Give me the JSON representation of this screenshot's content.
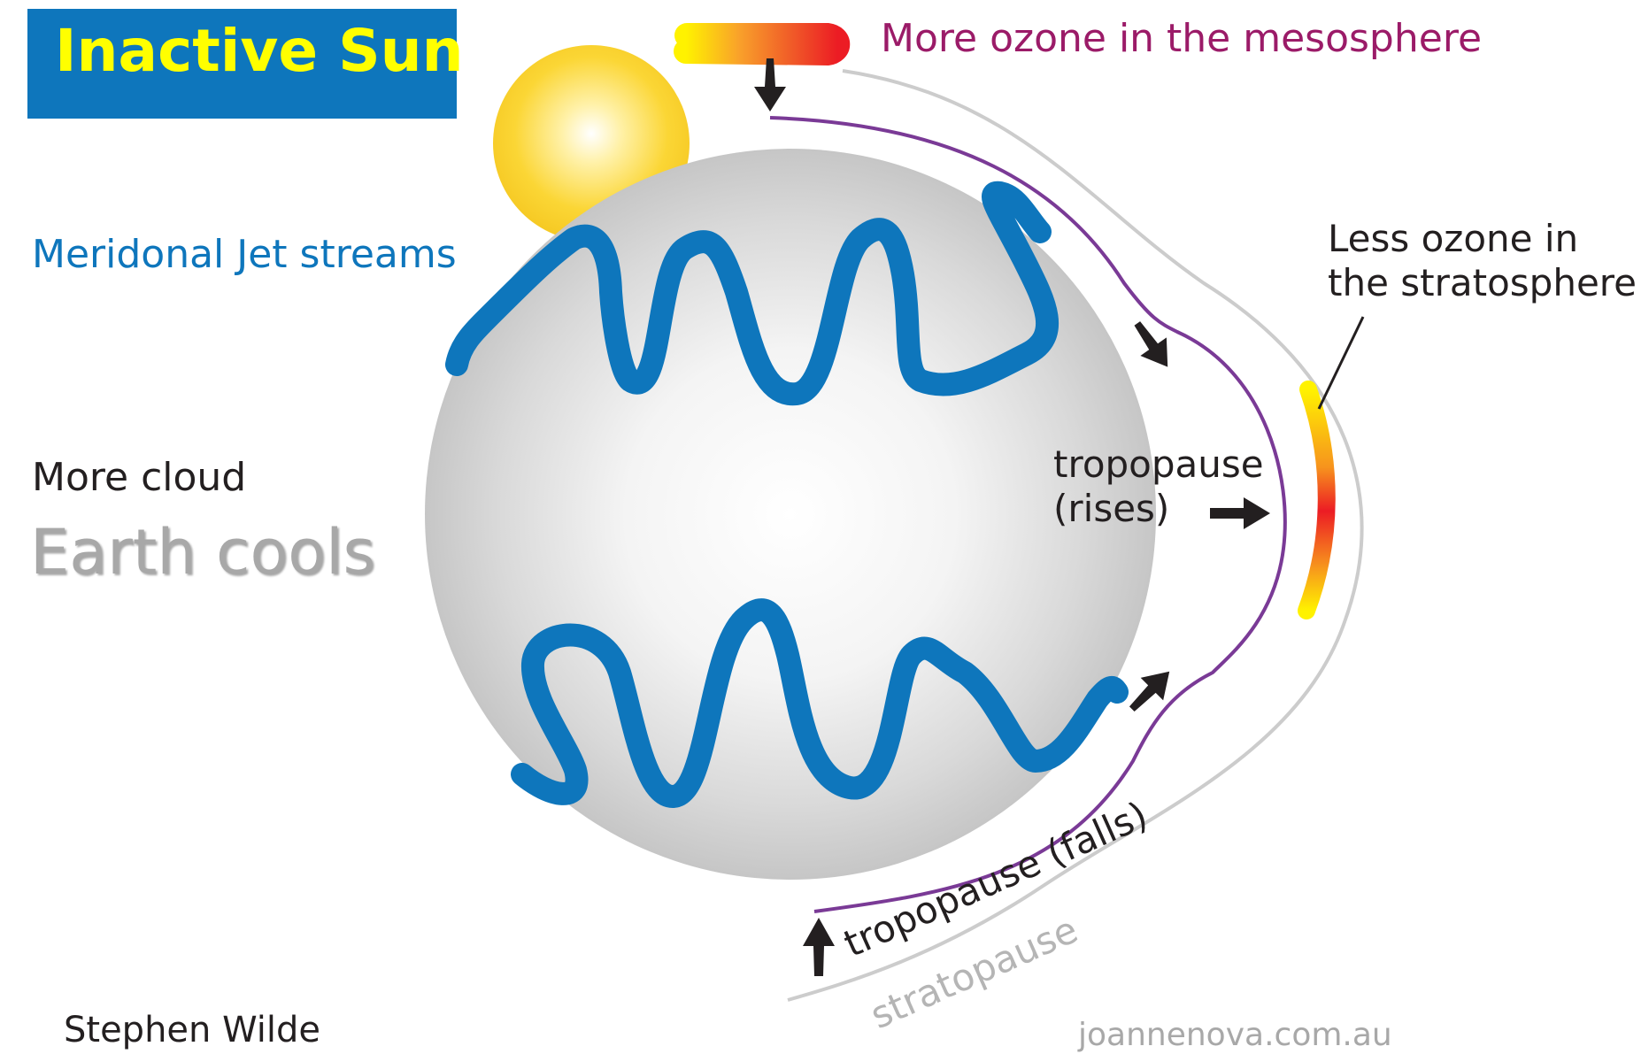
{
  "title": "Inactive Sun",
  "labels": {
    "mesosphere_ozone": "More ozone in the mesosphere",
    "jet_streams": "Meridonal Jet streams",
    "more_cloud": "More cloud",
    "earth_cools": "Earth cools",
    "less_ozone_line1": "Less ozone in",
    "less_ozone_line2": "the stratosphere",
    "tropopause_rises_line1": "tropopause",
    "tropopause_rises_line2": "(rises)",
    "tropopause_falls": "tropopause (falls)",
    "stratopause": "stratopause"
  },
  "credits": {
    "author": "Stephen Wilde",
    "site": "joannenova.com.au"
  },
  "colors": {
    "title_bg": "#0e76bc",
    "title_text": "#ffff00",
    "jet_stream": "#0e76bc",
    "tropopause_line": "#7a3a96",
    "stratopause_line": "#cccccc",
    "mesosphere_label": "#9b1b68",
    "earth_cools_text": "#a8a8a8"
  },
  "icons": {
    "sun": "sun-icon",
    "earth": "earth-globe",
    "arrows": "arrow-icon"
  }
}
